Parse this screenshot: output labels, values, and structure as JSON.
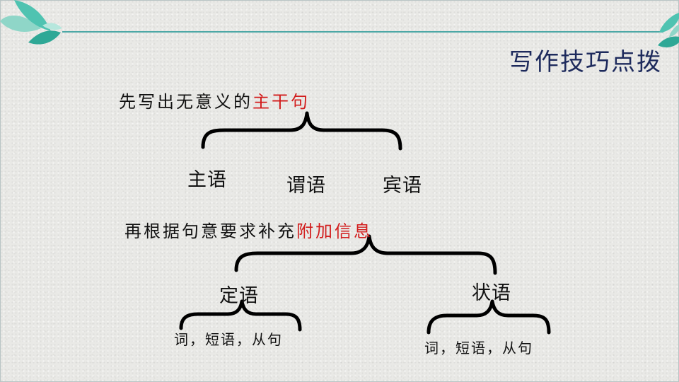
{
  "header": {
    "title": "写作技巧点拨"
  },
  "top_section": {
    "lead_text": "先写出无意义的",
    "lead_highlight": "主干句",
    "components": [
      "主语",
      "谓语",
      "宾语"
    ]
  },
  "bottom_section": {
    "lead_text": "再根据句意要求补充",
    "lead_highlight": "附加信息",
    "left_branch": {
      "label": "定语",
      "detail": "词，短语，从句"
    },
    "right_branch": {
      "label": "状语",
      "detail": "词，短语，从句"
    }
  },
  "colors": {
    "accent_red": "#d21d1d",
    "header_line": "#4da8a6",
    "leaf_green": "#4fc3b1",
    "title_navy": "#1d2a5c"
  },
  "icons": [
    "leaf-decoration-icon"
  ]
}
